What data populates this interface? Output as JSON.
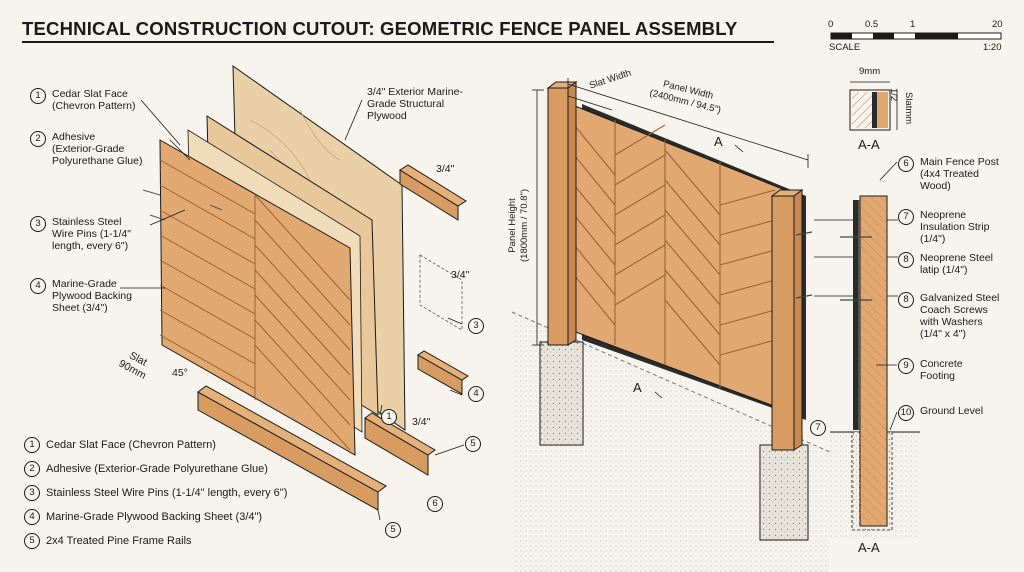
{
  "title": "TECHNICAL CONSTRUCTION CUTOUT: GEOMETRIC FENCE PANEL ASSEMBLY",
  "scale": {
    "ticks": [
      "0",
      "0.5",
      "1",
      "20"
    ],
    "label": "SCALE",
    "ratio": "1:20"
  },
  "left_callouts": [
    {
      "num": "1",
      "text": "Cedar Slat Face\n(Chevron Pattern)"
    },
    {
      "num": "2",
      "text": "Adhesive\n(Exterior-Grade\nPolyurethane Glue)"
    },
    {
      "num": "3",
      "text": "Stainless Steel\nWire Pins (1-1/4\"\nlength, every 6\")"
    },
    {
      "num": "4",
      "text": "Marine-Grade\nPlywood Backing\nSheet (3/4\")"
    }
  ],
  "legend": [
    {
      "num": "1",
      "text": "Cedar Slat Face (Chevron Pattern)"
    },
    {
      "num": "2",
      "text": "Adhesive (Exterior-Grade Polyurethane Glue)"
    },
    {
      "num": "3",
      "text": "Stainless Steel Wire Pins (1-1/4\" length, every 6\")"
    },
    {
      "num": "4",
      "text": "Marine-Grade Plywood Backing Sheet (3/4\")"
    },
    {
      "num": "5",
      "text": "2x4 Treated Pine Frame Rails"
    }
  ],
  "right_callouts": [
    {
      "num": "6",
      "text": "Main Fence Post\n(4x4 Treated\nWood)"
    },
    {
      "num": "7",
      "text": "Neoprene\nInsulation Strip\n(1/4\")"
    },
    {
      "num": "8",
      "text": "Neoprene Steel\nlatip (1/4\")"
    },
    {
      "num": "8",
      "text": "Galvanized Steel\nCoach Screws\nwith Washers\n(1/4\" x 4\")"
    },
    {
      "num": "9",
      "text": "Concrete\nFooting"
    },
    {
      "num": "10",
      "text": "Ground Level"
    }
  ],
  "exploded": {
    "plywood_label": "3/4\" Exterior Marine-\nGrade Structural\nPlywood",
    "dim_top": "3/4\"",
    "dim_mid": "3/4\"",
    "dim_bottom": "3/4\"",
    "slat_label": "Slat\n90mm",
    "angle_label": "45°",
    "marker_1": "1",
    "marker_3": "3",
    "marker_4": "4",
    "marker_5a": "5",
    "marker_5b": "5",
    "marker_6": "6"
  },
  "assembly": {
    "slat_width": "Slat Width",
    "panel_width": "Panel Width\n(2400mm / 94.5\")",
    "panel_height": "Panel Height\n(1800mm / 70.8\")",
    "section_top": "A",
    "section_bottom": "A",
    "marker_7": "7"
  },
  "section": {
    "dim_width": "9mm",
    "dim_half": "1/2",
    "dim_side": "Slatmm",
    "title_top": "A-A",
    "title_bottom": "A-A"
  },
  "colors": {
    "wood": "#e2a872",
    "wood_dark": "#c98a52",
    "plywood": "#ead0a6",
    "concrete": "#e8e4dc",
    "ink": "#1a1a1a",
    "neoprene": "#2b2b2b"
  }
}
